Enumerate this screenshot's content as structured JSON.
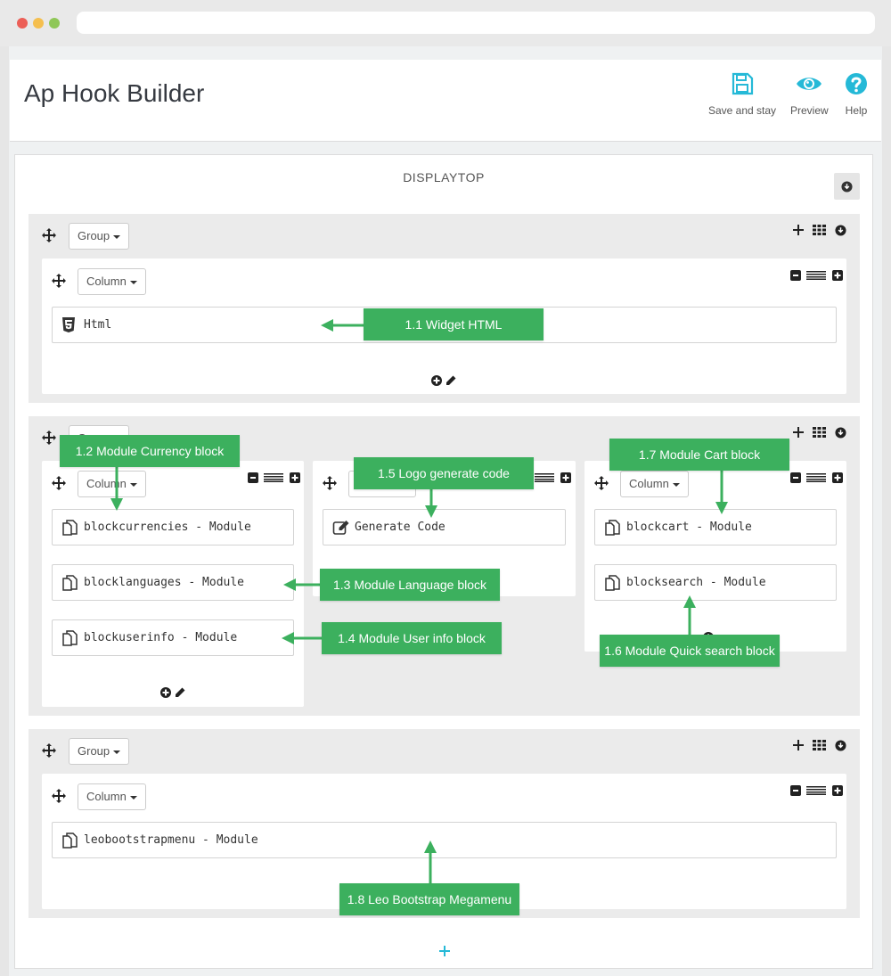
{
  "page_title": "Ap Hook Builder",
  "toolbar": {
    "save_label": "Save and stay",
    "preview_label": "Preview",
    "help_label": "Help"
  },
  "hook": {
    "name": "DISPLAYTOP"
  },
  "labels": {
    "group": "Group",
    "column": "Column"
  },
  "widgets": {
    "html": "Html",
    "blockcurrencies": "blockcurrencies - Module",
    "blocklanguages": "blocklanguages - Module",
    "blockuserinfo": "blockuserinfo - Module",
    "generate_code": "Generate Code",
    "blockcart": "blockcart - Module",
    "blocksearch": "blocksearch - Module",
    "leobootstrapmenu": "leobootstrapmenu - Module"
  },
  "callouts": {
    "c11": "1.1 Widget HTML",
    "c12": "1.2 Module Currency block",
    "c13": "1.3 Module Language block",
    "c14": "1.4 Module User info block",
    "c15": "1.5 Logo generate code",
    "c16": "1.6 Module Quick search block",
    "c17": "1.7 Module Cart block",
    "c18": "1.8 Leo Bootstrap Megamenu"
  },
  "colors": {
    "accent": "#25b9d7",
    "callout": "#3cb05e"
  },
  "icons": [
    "save-icon",
    "eye-icon",
    "help-icon",
    "move-icon",
    "plus-icon",
    "grid-icon",
    "download-icon",
    "minus-icon",
    "lines-icon",
    "html5-icon",
    "module-icon",
    "edit-icon",
    "pencil-icon"
  ]
}
